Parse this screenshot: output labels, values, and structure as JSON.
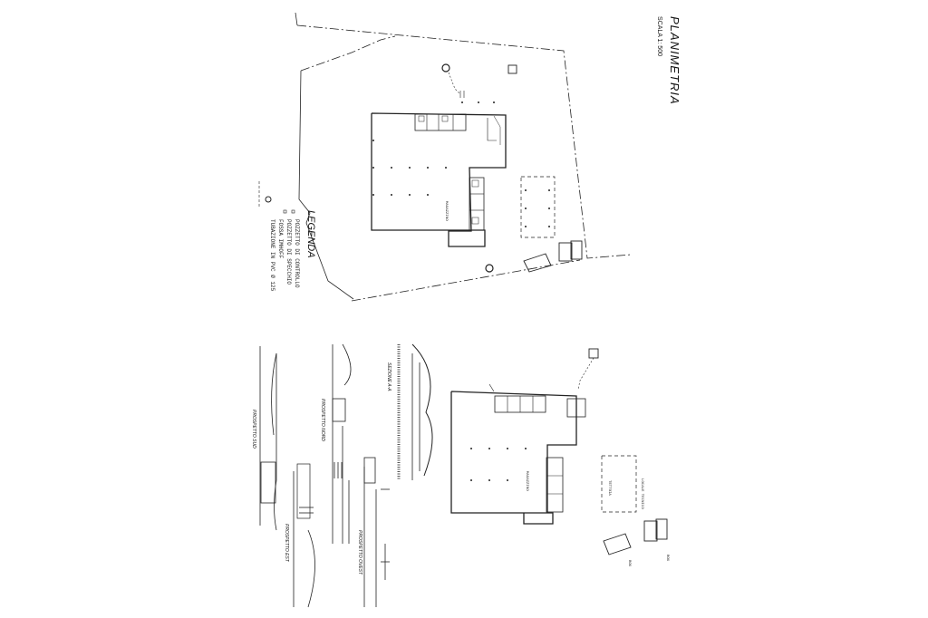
{
  "title_block": {
    "title": "PLANIMETRIA",
    "scale": "SCALA 1: 500"
  },
  "legend": {
    "heading": "LEGENDA",
    "items": [
      {
        "symbol": "small-square-icon",
        "label": "POZZETTO DI CONTROLLO"
      },
      {
        "symbol": "small-square-icon",
        "label": "POZZETTO DI SPECCHIO"
      },
      {
        "symbol": "circle-icon",
        "label": "FOSSA IMHOFF"
      },
      {
        "symbol": "dashed-line-icon",
        "label": "TUBAZIONE IN PVC Ø 125"
      }
    ]
  },
  "elevations": {
    "sud": "PROSPETTO SUD",
    "nord": "PROSPETTO NORD",
    "est": "PROSPETTO EST",
    "ovest": "PROSPETTO OVEST",
    "sezione": "SEZIONE A-A"
  },
  "plan_labels": {
    "upper_main": "MAGAZZINO",
    "lower_main": "MAGAZZINO",
    "tettoia": "TETTOIA",
    "locale": "LOCALE TECNICO",
    "box1": "BOX",
    "box2": "BOX"
  }
}
